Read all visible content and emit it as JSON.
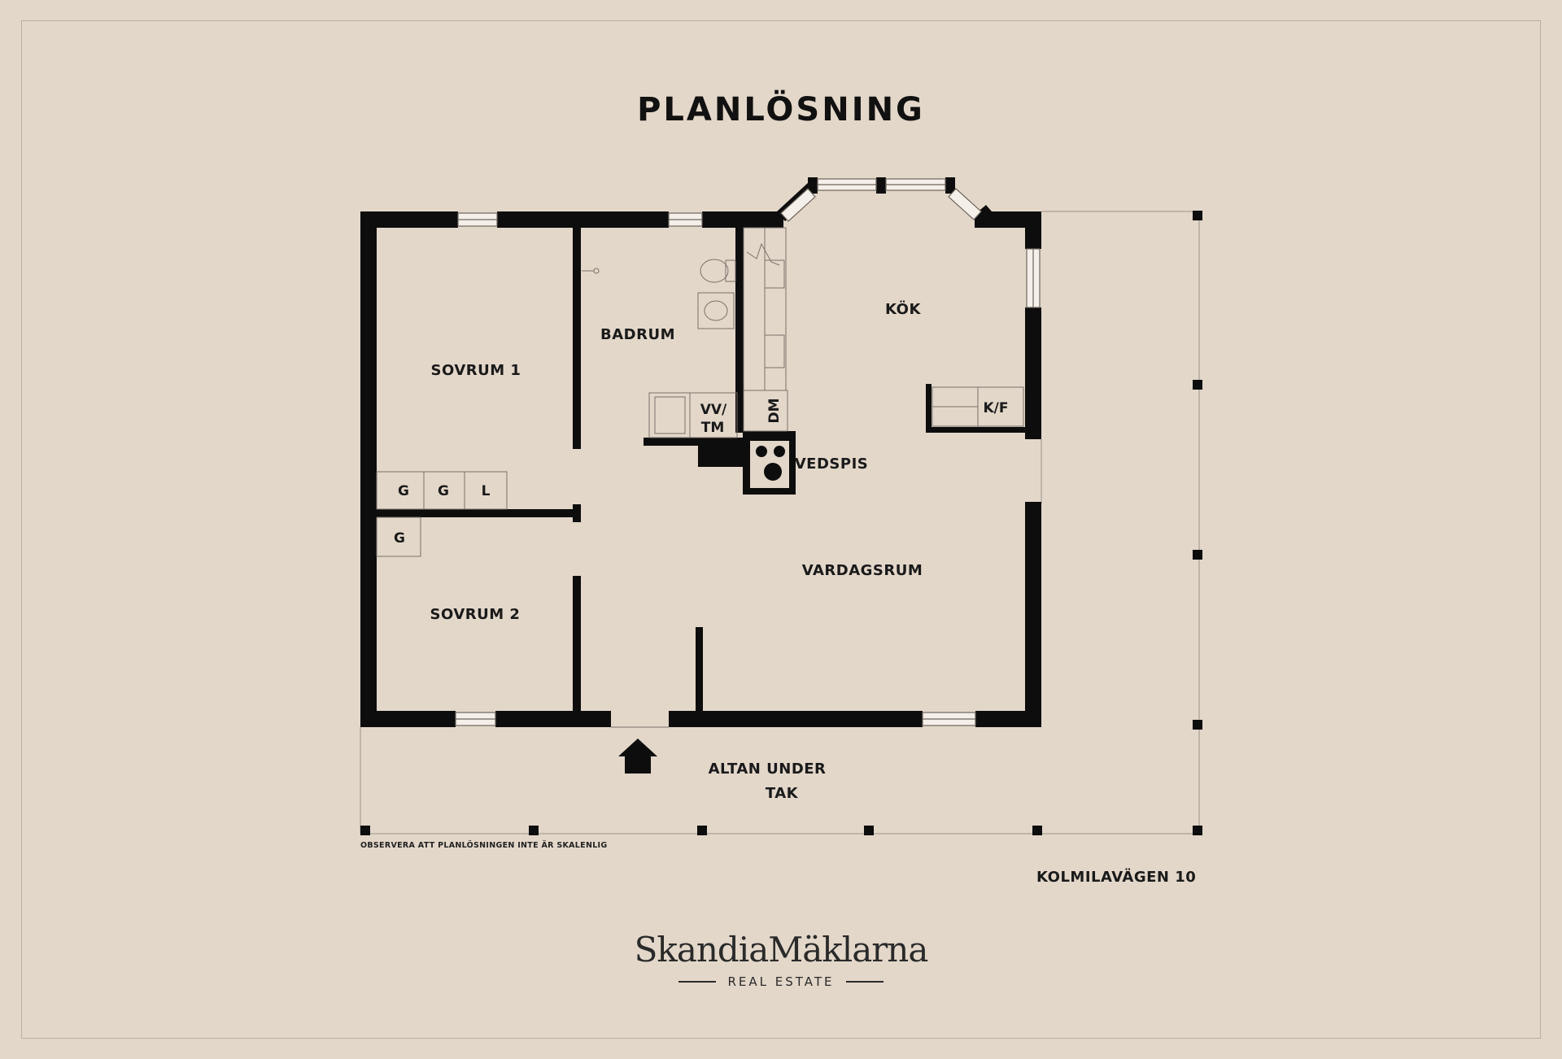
{
  "title": "PLANLÖSNING",
  "rooms": {
    "sovrum1": "SOVRUM 1",
    "sovrum2": "SOVRUM 2",
    "badrum": "BADRUM",
    "kok": "KÖK",
    "vardagsrum": "VARDAGSRUM",
    "vedspis": "VEDSPIS",
    "altan_line1": "ALTAN UNDER",
    "altan_line2": "TAK"
  },
  "fixtures": {
    "g1": "G",
    "g2": "G",
    "l": "L",
    "g3": "G",
    "vvtm_line1": "VV/",
    "vvtm_line2": "TM",
    "dm": "DM",
    "kf": "K/F"
  },
  "note": "OBSERVERA ATT PLANLÖSNINGEN INTE ÄR SKALENLIG",
  "address": "KOLMILAVÄGEN 10",
  "brand": {
    "name": "SkandiaMäklarna",
    "tagline": "REAL ESTATE"
  },
  "colors": {
    "background": "#e3d7c9",
    "walls": "#0d0d0d"
  }
}
